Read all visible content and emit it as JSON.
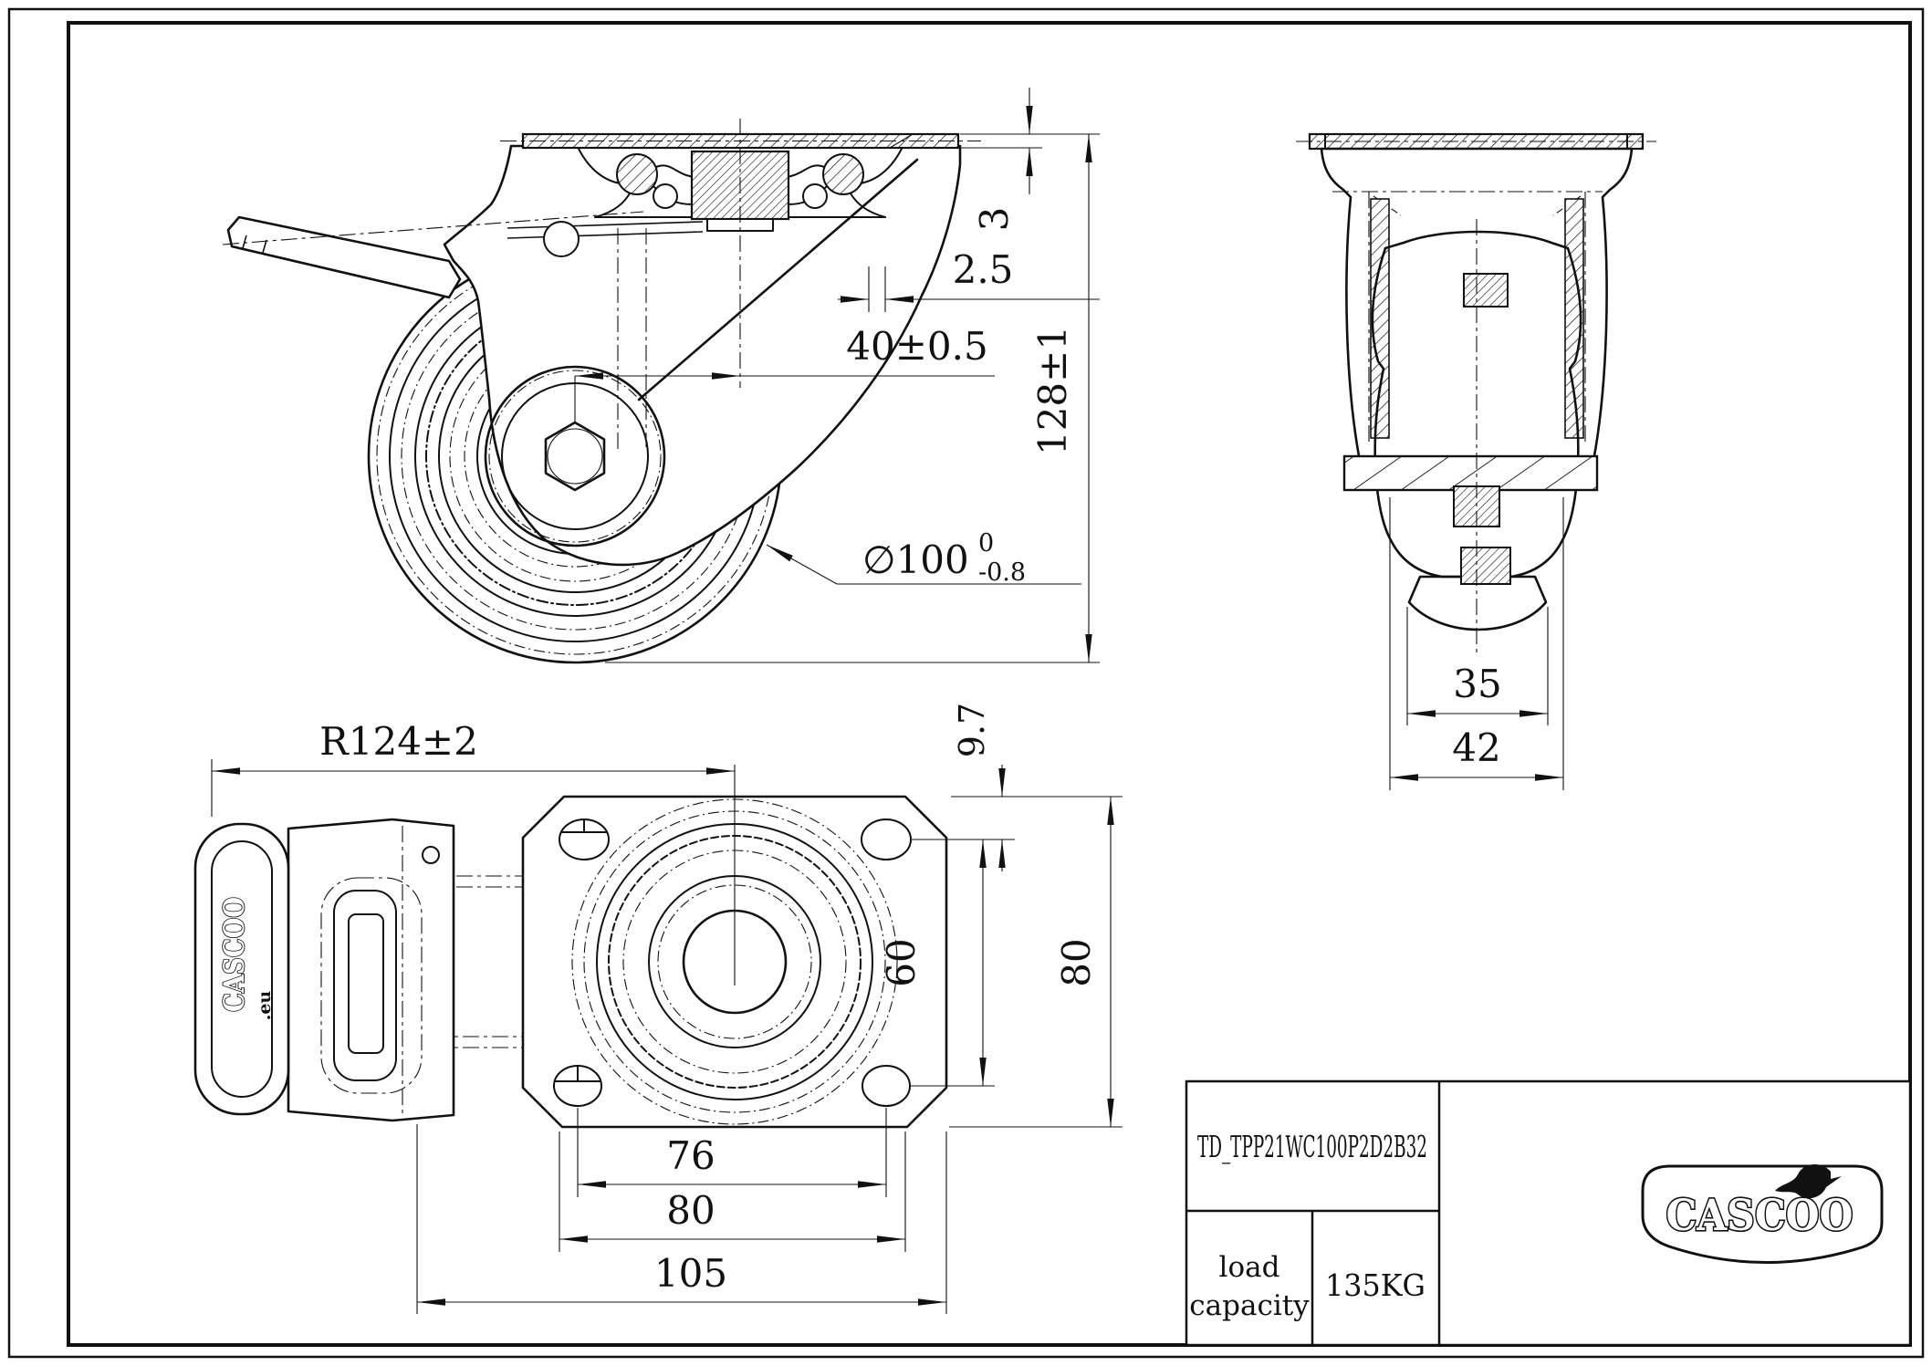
{
  "title_block": {
    "model": "TD_TPP21WC100P2D2B32",
    "load_label_line1": "load",
    "load_label_line2": "capacity",
    "load_value": "135KG",
    "brand": "CASCOO"
  },
  "side": {
    "plate_thickness": "3",
    "tread_gap": "2.5",
    "axle_offset": "40±0.5",
    "overall_height": "128±1",
    "wheel_dia": "∅100",
    "wheel_dia_tol_upper": "0",
    "wheel_dia_tol_lower": "-0.8"
  },
  "front": {
    "tread_width": "35",
    "bracket_width": "42"
  },
  "bottom": {
    "swivel_radius": "R124±2",
    "edge_to_hole": "9.7",
    "bolt_spacing_v": "60",
    "plate_depth": "80",
    "bolt_spacing_h": "76",
    "bolt_slot_spacing": "80",
    "plate_length": "105"
  },
  "pedal": {
    "brand": "CASCOO",
    "brand_suffix": ".eu"
  }
}
